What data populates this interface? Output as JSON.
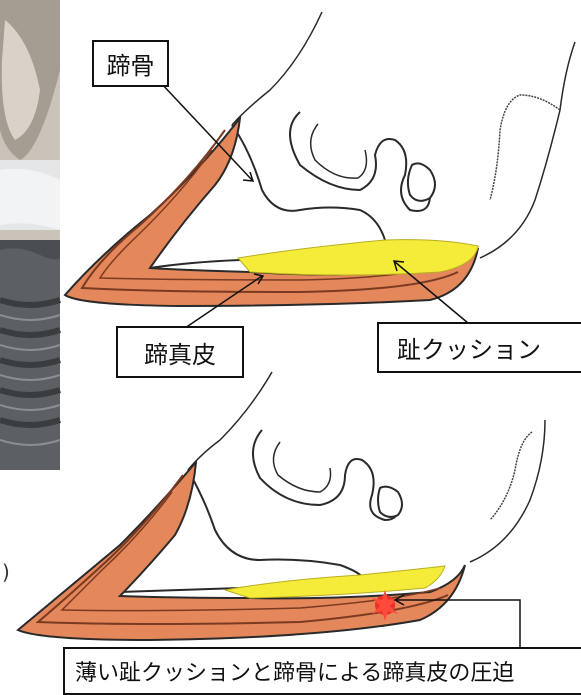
{
  "labels": {
    "hoof_bone": "蹄骨",
    "hoof_dermis": "蹄真皮",
    "toe_cushion": "趾クッション",
    "compression": "薄い趾クッションと蹄骨による蹄真皮の圧迫"
  },
  "side_mark": ")",
  "colors": {
    "dermis": "#e4875a",
    "dermis_dark": "#c96a44",
    "cushion": "#f5ec3a",
    "outline": "#2a2a2a",
    "pressure": "#e8302a",
    "photo_stone": "#b9b3a8",
    "photo_dark": "#3e4246"
  },
  "illustrations": [
    {
      "part": "photo",
      "description_icon": "hoof-photo"
    },
    {
      "part": "normal-hoof",
      "description_icon": "normal-hoof-section"
    },
    {
      "part": "thin-cushion-hoof",
      "description_icon": "compressed-hoof-section"
    }
  ]
}
